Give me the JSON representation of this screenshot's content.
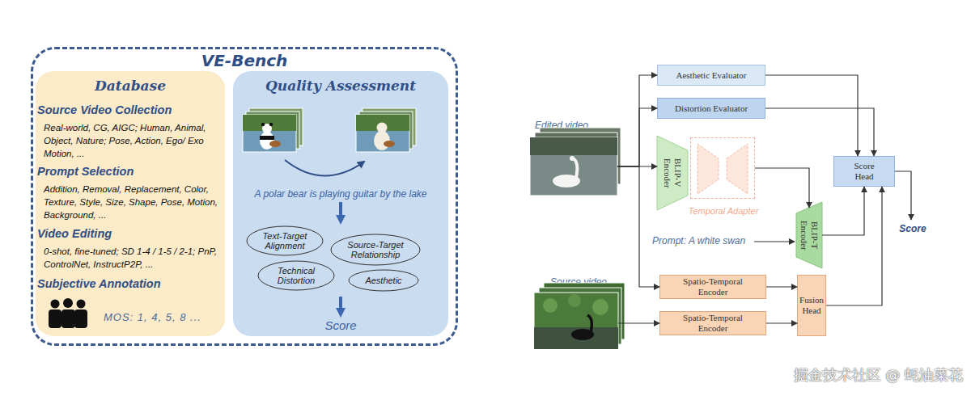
{
  "diagram": {
    "nodes": [
      {
        "text": [
          "VE-Bench"
        ]
      },
      {
        "text": [
          "Database",
          "Source Video Collection",
          "Real-world, CG, AIGC; Human, Animal, Object, Nature; Pose, Action, Ego/ Exo Motion, ...",
          "Prompt Selection",
          "Addition, Removal, Replacement, Color, Texture, Style, Size, Shape, Pose, Motion, Background, ...",
          "Video Editing",
          "0-shot, fine-tuned; SD 1-4 / 1-5 / 2-1; PnP, ControlNet, InstructP2P, ...",
          "Subjective Annotation",
          "MOS: 1, 4, 5, 8 ..."
        ],
        "in": 0
      },
      {
        "text": [
          "Quality Assessment",
          "A polar bear is playing guitar by the lake",
          "Score"
        ],
        "in": 0
      },
      {
        "text": [
          "Text-Target Alignment"
        ],
        "in": 2
      },
      {
        "text": [
          "Source-Target Relationship"
        ],
        "in": 2
      },
      {
        "text": [
          "Technical Distortion"
        ],
        "in": 2
      },
      {
        "text": [
          "Aesthetic"
        ],
        "in": 2
      },
      {
        "text": [
          "Edited video"
        ]
      },
      {
        "text": [
          "Aesthetic Evaluator"
        ]
      },
      {
        "text": [
          "Distortion Evaluator"
        ]
      },
      {
        "text": [
          "BLIP-V Encoder"
        ]
      },
      {
        "text": [
          "Temporal Adapter"
        ]
      },
      {
        "text": [
          "BLIP-T Encoder"
        ]
      },
      {
        "text": [
          "Score Head"
        ]
      },
      {
        "text": [
          "Spatio-Temporal Encoder"
        ]
      },
      {
        "text": [
          "Spatio-Temporal Encoder"
        ]
      },
      {
        "text": [
          "Fusion Head"
        ]
      },
      {
        "text": [
          "Source video"
        ]
      }
    ],
    "edges": [
      {
        "from": 7,
        "to": 8,
        "arrow": "to"
      },
      {
        "from": 7,
        "to": 9,
        "arrow": "to"
      },
      {
        "from": 7,
        "to": 10,
        "arrow": "to"
      },
      {
        "from": 7,
        "to": 14,
        "arrow": "to"
      },
      {
        "from": 17,
        "to": 15,
        "arrow": "to"
      },
      {
        "from": 11,
        "to": 12,
        "arrow": "to"
      },
      {
        "from": 8,
        "to": 13,
        "arrow": "to"
      },
      {
        "from": 9,
        "to": 13,
        "arrow": "to"
      },
      {
        "from": 12,
        "to": 13,
        "arrow": "to"
      },
      {
        "from": 14,
        "to": 16,
        "arrow": "to"
      },
      {
        "from": 15,
        "to": 16,
        "arrow": "to"
      },
      {
        "from": 16,
        "to": 13,
        "arrow": "to"
      }
    ],
    "labels": [
      "Prompt: A white swan",
      "Score",
      "掘金技术社区 @ 蚝油菜花"
    ]
  }
}
